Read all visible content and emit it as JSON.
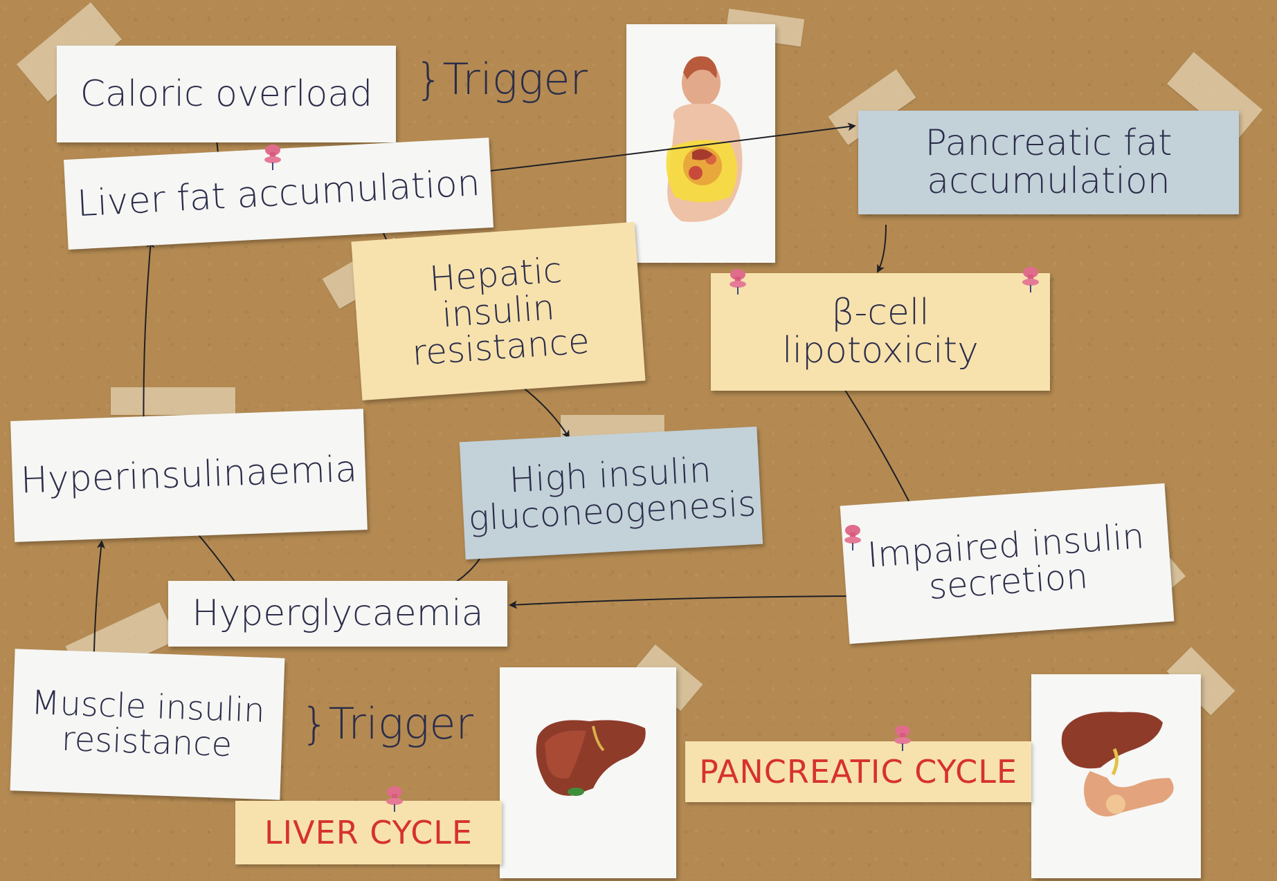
{
  "nodes": {
    "caloric_overload": "Caloric overload",
    "liver_fat": "Liver fat accumulation",
    "hepatic_ir": "Hepatic\ninsulin\nresistance",
    "gluconeogenesis": "High insulin\ngluconeogenesis",
    "hyperinsulinaemia": "Hyperinsulinaemia",
    "hyperglycaemia": "Hyperglycaemia",
    "muscle_ir": "Muscle insulin\nresistance",
    "pancreatic_fat": "Pancreatic fat\naccumulation",
    "beta_cell": "β-cell\nlipotoxicity",
    "impaired_secretion": "Impaired insulin\nsecretion"
  },
  "triggers": {
    "top": "}Trigger",
    "bottom": "}Trigger"
  },
  "cycles": {
    "liver": "LIVER CYCLE",
    "pancreatic": "PANCREATIC CYCLE"
  },
  "colors": {
    "board": "#b48a52",
    "note_white": "#f6f6f4",
    "note_yellow": "#f7e2ae",
    "note_blue": "#c3d1d9",
    "ink": "#2b2d4a",
    "cycle_red": "#d6322e",
    "pin": "#e06c8c"
  },
  "icons": [
    "obese-torso-illustration",
    "liver-illustration",
    "liver-pancreas-illustration",
    "push-pin-icon"
  ]
}
